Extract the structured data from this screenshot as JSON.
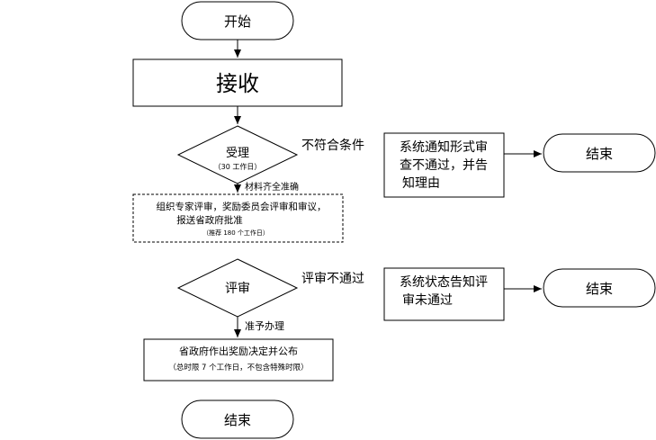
{
  "flow": {
    "start": "开始",
    "receive": "接收",
    "accept_title": "受理",
    "accept_sub": "（30 工作日）",
    "reject_label": "不符合条件",
    "notify_form_line1": "系统通知形式审",
    "notify_form_line2": "查不通过，并告",
    "notify_form_line3": "知理由",
    "end_label": "结束",
    "materials_ok": "材料齐全准确",
    "expert_line1": "组织专家评审，奖励委员会评审和审议，",
    "expert_line2": "报送省政府批准",
    "expert_sub": "（推荐 180 个工作日）",
    "review": "评审",
    "review_fail": "评审不通过",
    "notify_review_line1": "系统状态告知评",
    "notify_review_line2": "审未通过",
    "approve": "准予办理",
    "decision_line1": "省政府作出奖励决定并公布",
    "decision_line2": "（总时限 7 个工作日，不包含特殊时限）"
  }
}
